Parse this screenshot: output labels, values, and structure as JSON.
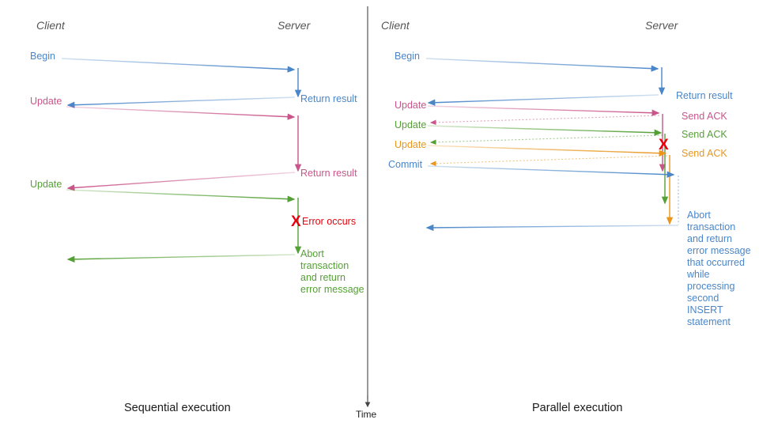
{
  "diagram": {
    "title_left": "Sequential execution",
    "title_right": "Parallel execution",
    "time_axis_label": "Time",
    "colors": {
      "blue": "#4a86c8",
      "pink": "#c9558a",
      "green": "#55a036",
      "orange": "#e8961e",
      "red": "#e8000d",
      "actor_text": "#555555",
      "caption_text": "#1a1a1a",
      "divider": "#444444"
    }
  },
  "left_panel": {
    "actors": {
      "client": "Client",
      "server": "Server"
    },
    "messages": [
      {
        "label": "Begin",
        "color": "blue",
        "side": "client"
      },
      {
        "label": "Return result",
        "color": "blue",
        "side": "server"
      },
      {
        "label": "Update",
        "color": "pink",
        "side": "client"
      },
      {
        "label": "Return result",
        "color": "pink",
        "side": "server"
      },
      {
        "label": "Update",
        "color": "green",
        "side": "client"
      },
      {
        "label": "Error occurs",
        "color": "red",
        "side": "server"
      },
      {
        "label": "Abort\ntransaction\nand return\nerror message",
        "color": "green",
        "side": "server"
      }
    ],
    "error_marker": "X"
  },
  "right_panel": {
    "actors": {
      "client": "Client",
      "server": "Server"
    },
    "messages": [
      {
        "label": "Begin",
        "color": "blue",
        "side": "client"
      },
      {
        "label": "Return result",
        "color": "blue",
        "side": "server"
      },
      {
        "label": "Update",
        "color": "pink",
        "side": "client"
      },
      {
        "label": "Send ACK",
        "color": "pink",
        "side": "server"
      },
      {
        "label": "Update",
        "color": "green",
        "side": "client"
      },
      {
        "label": "Send ACK",
        "color": "green",
        "side": "server"
      },
      {
        "label": "Update",
        "color": "orange",
        "side": "client"
      },
      {
        "label": "Send ACK",
        "color": "orange",
        "side": "server"
      },
      {
        "label": "Commit",
        "color": "blue",
        "side": "client"
      },
      {
        "label": "Abort\ntransaction\nand return\nerror message\nthat occurred\nwhile\nprocessing\nsecond\nINSERT\nstatement",
        "color": "blue",
        "side": "server"
      }
    ],
    "error_marker": "X"
  }
}
